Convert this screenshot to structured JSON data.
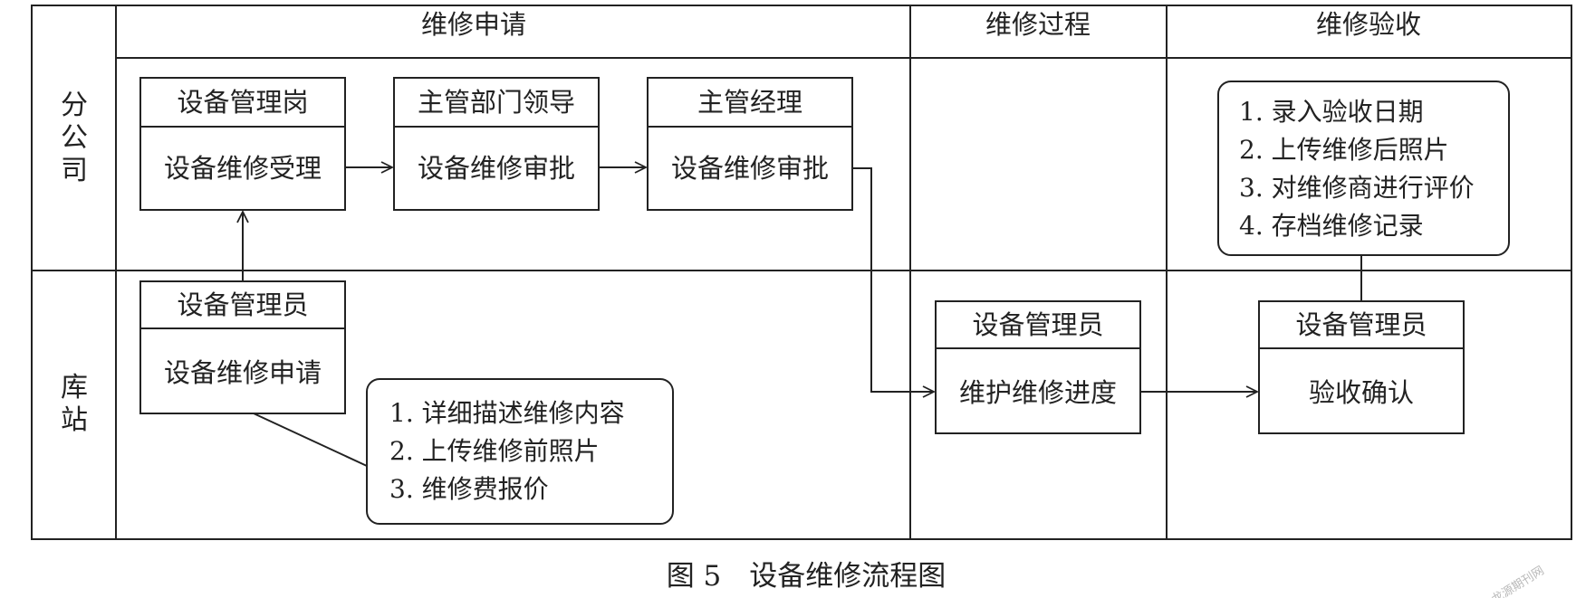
{
  "phases": {
    "apply": "维修申请",
    "process": "维修过程",
    "acceptance": "维修验收"
  },
  "lanes": {
    "branch_chars": [
      "分",
      "公",
      "司"
    ],
    "station_chars": [
      "库",
      "站"
    ]
  },
  "boxes": {
    "accept_role": "设备管理岗",
    "accept_action": "设备维修受理",
    "dept_role": "主管部门领导",
    "dept_action": "设备维修审批",
    "mgr_role": "主管经理",
    "mgr_action": "设备维修审批",
    "apply_role": "设备管理员",
    "apply_action": "设备维修申请",
    "progress_role": "设备管理员",
    "progress_action": "维护维修进度",
    "confirm_role": "设备管理员",
    "confirm_action": "验收确认"
  },
  "notes": {
    "apply_items": [
      "1. 详细描述维修内容",
      "2. 上传维修前照片",
      "3. 维修费报价"
    ],
    "accept_items": [
      "1. 录入验收日期",
      "2. 上传维修后照片",
      "3. 对维修商进行评价",
      "4. 存档维修记录"
    ]
  },
  "caption": "图 5　设备维修流程图",
  "watermark": "龙源期刊网"
}
